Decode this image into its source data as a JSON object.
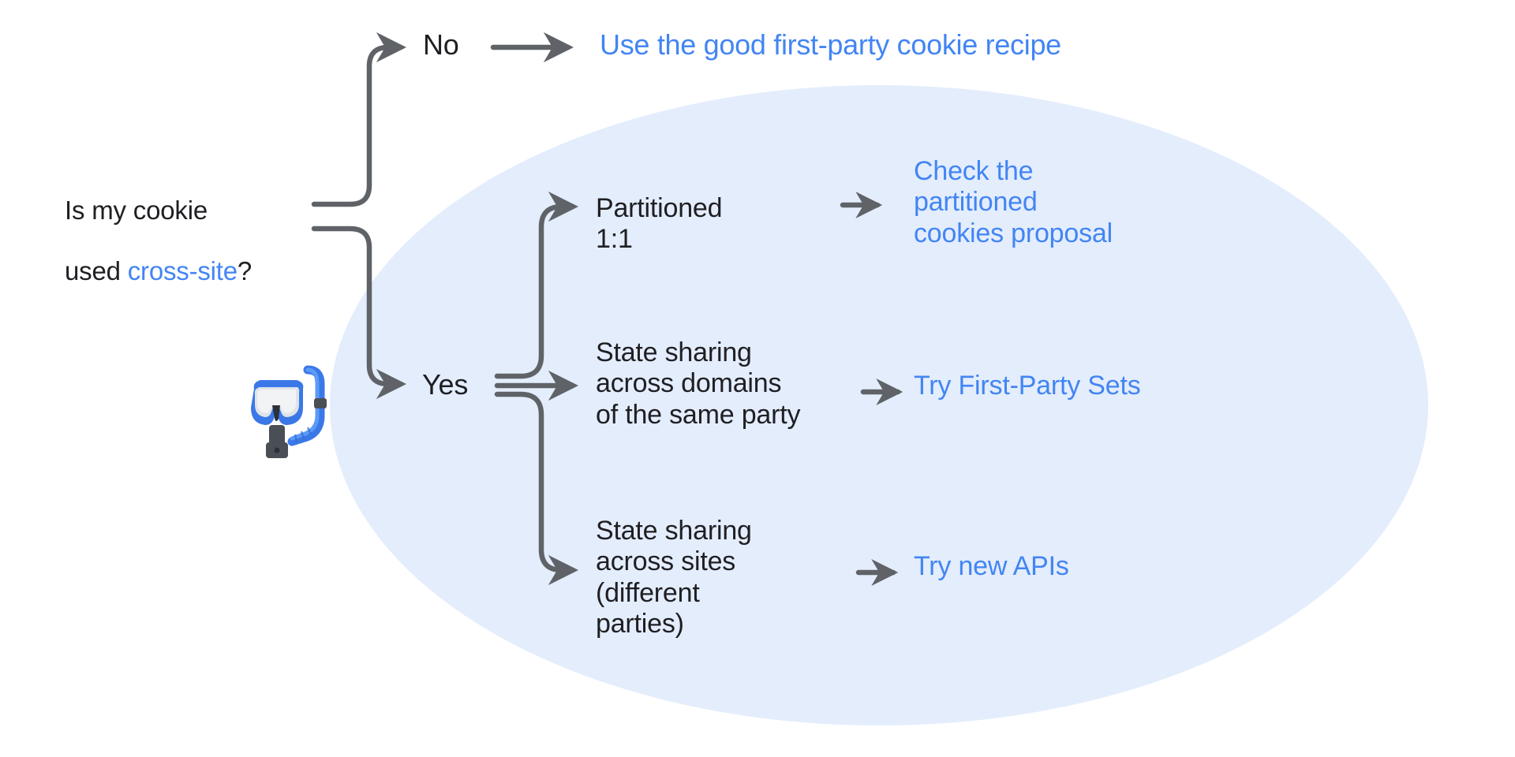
{
  "diagram": {
    "title": "Cookie usage decision flowchart",
    "colors": {
      "ellipse_fill": "#e4edfc",
      "link_blue": "#4285f4",
      "text_dark": "#1f1f23",
      "connector_gray": "#5f6368",
      "page_background": "#ffffff"
    },
    "decoration": {
      "emoji_name": "diving-mask-snorkel-emoji",
      "emoji_glyph": "🤿"
    },
    "question": {
      "line1": "Is my cookie",
      "line2": "used ",
      "link": "cross-site",
      "suffix": "?"
    },
    "branches": [
      {
        "label": "No",
        "result": "Use the good first-party cookie recipe"
      },
      {
        "label": "Yes",
        "conditions": [
          {
            "text": "Partitioned\n1:1",
            "result": "Check the\npartitioned\ncookies proposal"
          },
          {
            "text": "State sharing\nacross domains\nof the same party",
            "result": "Try First-Party Sets"
          },
          {
            "text": "State sharing\nacross sites\n(different\nparties)",
            "result": "Try new APIs"
          }
        ]
      }
    ]
  }
}
